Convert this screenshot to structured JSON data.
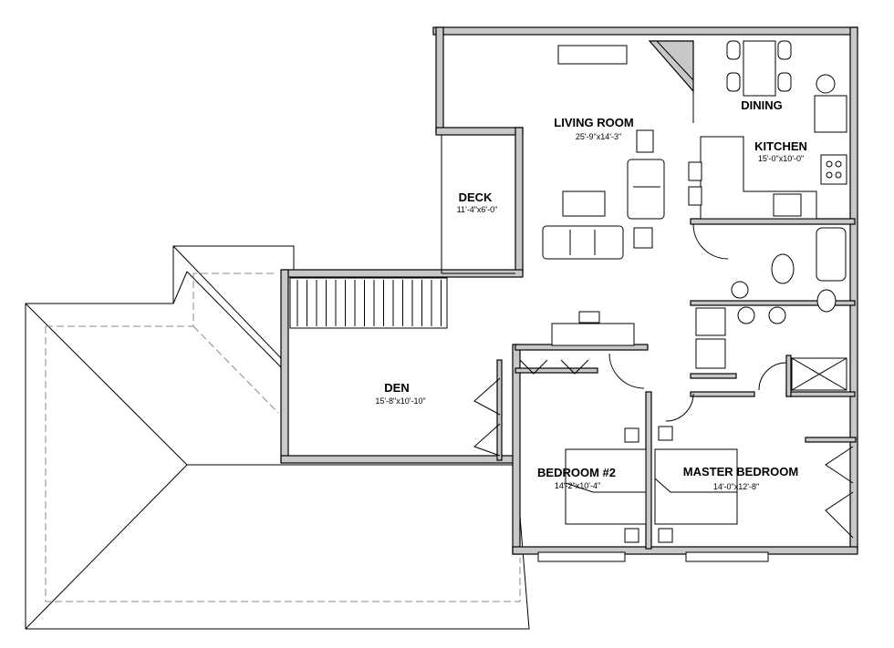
{
  "rooms": {
    "living": {
      "name": "LIVING ROOM",
      "dims": "25'-9\"x14'-3\""
    },
    "dining": {
      "name": "DINING"
    },
    "kitchen": {
      "name": "KITCHEN",
      "dims": "15'-0\"x10'-0\""
    },
    "deck": {
      "name": "DECK",
      "dims": "11'-4\"x6'-0\""
    },
    "den": {
      "name": "DEN",
      "dims": "15'-8\"x10'-10\""
    },
    "bedroom2": {
      "name": "BEDROOM #2",
      "dims": "14'-2\"x10'-4\""
    },
    "master": {
      "name": "MASTER BEDROOM",
      "dims": "14'-0\"x12'-8\""
    }
  }
}
